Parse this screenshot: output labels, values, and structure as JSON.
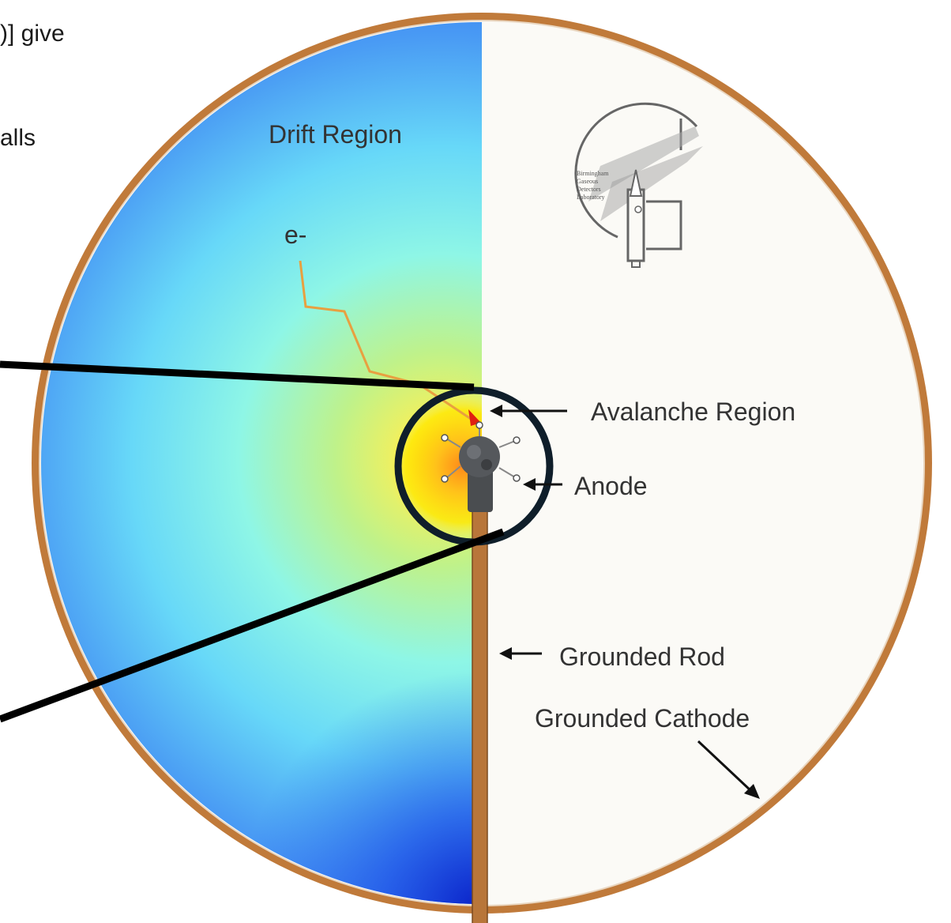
{
  "text_fragments": {
    "top": ")] give",
    "middle": "alls"
  },
  "diagram": {
    "labels": {
      "drift_region": "Drift Region",
      "electron": "e-",
      "avalanche_region": "Avalanche Region",
      "anode": "Anode",
      "grounded_rod": "Grounded Rod",
      "grounded_cathode": "Grounded Cathode"
    },
    "logo_lines": [
      "Birmingham",
      "Gaseous",
      "Detectors",
      "Laboratory"
    ]
  },
  "colors": {
    "cathode_wall": "#c07a3a",
    "rod": "#b8763a",
    "field_high": "#ffe600",
    "field_mid": "#8ef5e6",
    "field_low": "#2a6cf0",
    "zoom_circle": "#0f1e2a",
    "electron_path": "#e8a040",
    "background_right": "#fbfaf6"
  }
}
